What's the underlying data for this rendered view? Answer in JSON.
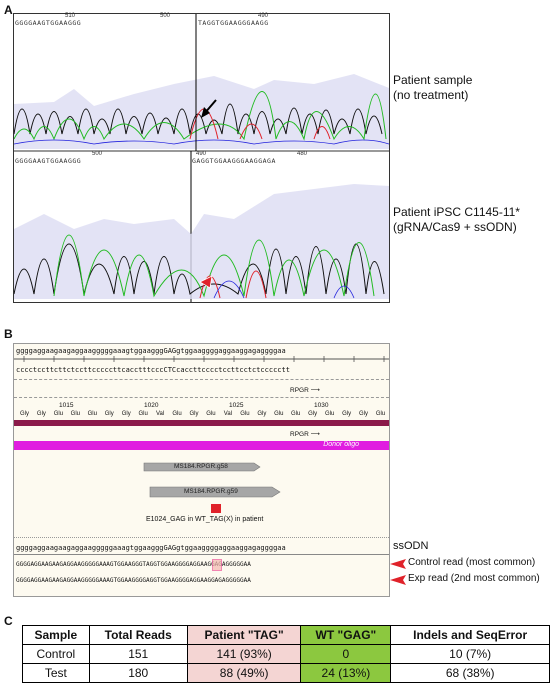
{
  "panelA": {
    "letter": "A",
    "track1": {
      "seq_left": "GGGGAAGTGGAAGGG",
      "seq_right": "TAGGTGGAAGGGAAGG",
      "ticks": [
        "510",
        "500",
        "490"
      ],
      "label_line1": "Patient sample",
      "label_line2": "(no treatment)"
    },
    "track2": {
      "seq_left": "GGGGAAGTGGAAGGG",
      "seq_right": "GAGGTGGAAGGGAAGGAGA",
      "ticks": [
        "500",
        "490",
        "480"
      ],
      "label_line1": "Patient iPSC C1145-11*",
      "label_line2": "(gRNA/Cas9 + ssODN)"
    },
    "colors": {
      "A": "#22bb22",
      "G": "#111111",
      "T": "#e0222a",
      "C": "#2222dd",
      "fill": "#d9d9f2"
    }
  },
  "panelB": {
    "letter": "B",
    "top_seq": "ggggaggaagaagaggaagggggaaagtggaagggGAGgtggaaggggaggaaggagaggggaa",
    "comp_seq": "cccctccttcttctccttcccccttcacctttcccCTCcaccttcccctccttcctctccccctt",
    "rpgr_label": "RPGR",
    "positions": [
      "1015",
      "1020",
      "1025",
      "1030"
    ],
    "aa": [
      "Gly",
      "Gly",
      "Glu",
      "Glu",
      "Glu",
      "Gly",
      "Gly",
      "Glu",
      "Val",
      "Glu",
      "Gly",
      "Glu",
      "Val",
      "Glu",
      "Gly",
      "Glu",
      "Glu",
      "Gly",
      "Glu",
      "Gly",
      "Gly",
      "Glu"
    ],
    "rpgr_label2": "RPGR",
    "donor_label": "Donor oligo",
    "guide1": "MS184.RPGR.g58",
    "guide2": "MS184.RPGR.g59",
    "mut_label": "E1024_GAG in WT_TAG(X) in patient",
    "ssodn_seq": "ggggaggaagaagaggaagggggaaagtggaagggGAGgtggaaggggaggaaggagaggggaa",
    "ssodn_label": "ssODN",
    "ctrl_seq": "GGGGAGGAAGAAGAGGAAGGGGGAAAGTGGAAGGGTAGGTGGAAGGGGAGGAAGGAGAGGGGGAA",
    "ctrl_label": "Control read (most common)",
    "exp_seq": "GGGGAGGAAGAAGAGGAAGGGGGAAAGTGGAAGGGGAGGTGGAAGGGGAGGAAGGAGAGGGGGAA",
    "exp_label": "Exp read (2nd most common)"
  },
  "panelC": {
    "letter": "C",
    "headers": [
      "Sample",
      "Total Reads",
      "Patient \"TAG\"",
      "WT \"GAG\"",
      "Indels and SeqError"
    ],
    "rows": [
      [
        "Control",
        "151",
        "141 (93%)",
        "0",
        "10 (7%)"
      ],
      [
        "Test",
        "180",
        "88 (49%)",
        "24 (13%)",
        "68 (38%)"
      ]
    ]
  }
}
